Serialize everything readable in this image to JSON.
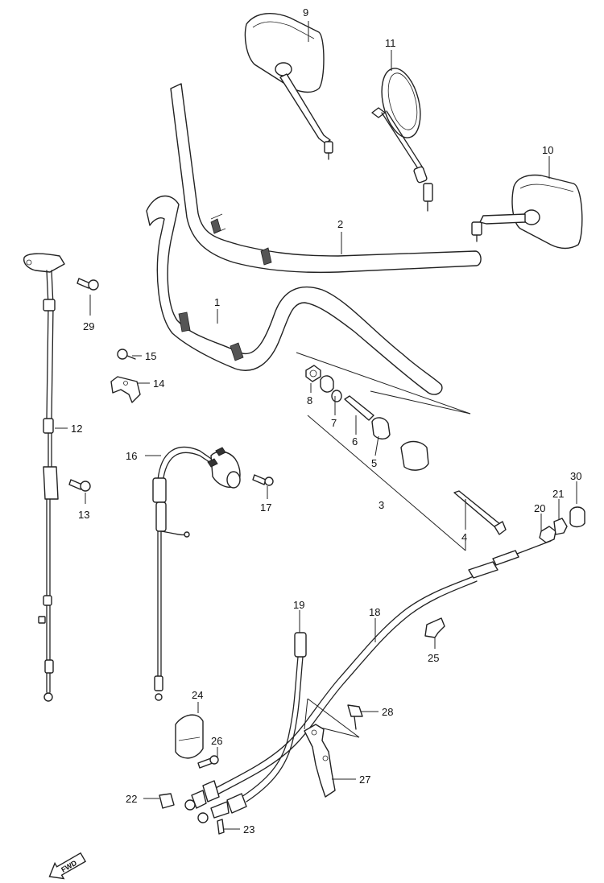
{
  "callouts": {
    "c1": "1",
    "c2": "2",
    "c3": "3",
    "c4": "4",
    "c5": "5",
    "c6": "6",
    "c7": "7",
    "c8": "8",
    "c9": "9",
    "c10": "10",
    "c11": "11",
    "c12": "12",
    "c13": "13",
    "c14": "14",
    "c15": "15",
    "c16": "16",
    "c17": "17",
    "c18": "18",
    "c19": "19",
    "c20": "20",
    "c21": "21",
    "c22": "22",
    "c23": "23",
    "c24": "24",
    "c25": "25",
    "c26": "26",
    "c27": "27",
    "c28": "28",
    "c29": "29",
    "c30": "30"
  },
  "fwd_label": "FWD",
  "icons": {
    "fwd_arrow": "fwd-arrow-icon"
  },
  "colors": {
    "line": "#222222",
    "background": "#ffffff"
  }
}
